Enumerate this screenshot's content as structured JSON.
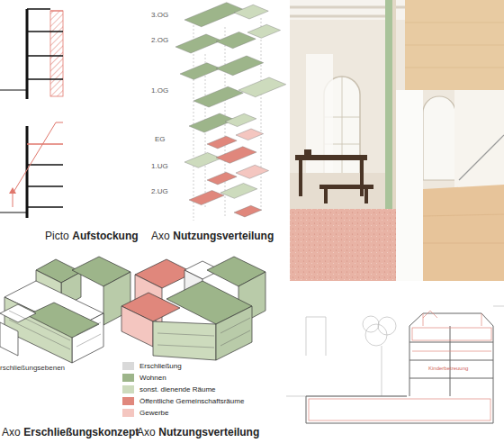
{
  "diagram": {
    "labels": [
      "3.OG",
      "2.OG",
      "1.OG",
      "EG",
      "1.UG",
      "2.UG",
      "Picto",
      "Aufstockung",
      "Axo",
      "Nutzungsverteilung",
      "rschließungsebenen",
      "Axo",
      "Erschließungskonzept",
      "Axo",
      "Nutzungsverteilung",
      "Kinderbetreuung"
    ],
    "legend": [
      {
        "text": "Erschließung",
        "color": "#d9d9d9"
      },
      {
        "text": "Wohnen",
        "color": "#9db58a"
      },
      {
        "text": "sonst. dienende Räume",
        "color": "#cddbbd"
      },
      {
        "text": "Öffentliche Gemeinschaftsräume",
        "color": "#e0877c"
      },
      {
        "text": "Gewerbe",
        "color": "#f4c6c0"
      }
    ]
  }
}
